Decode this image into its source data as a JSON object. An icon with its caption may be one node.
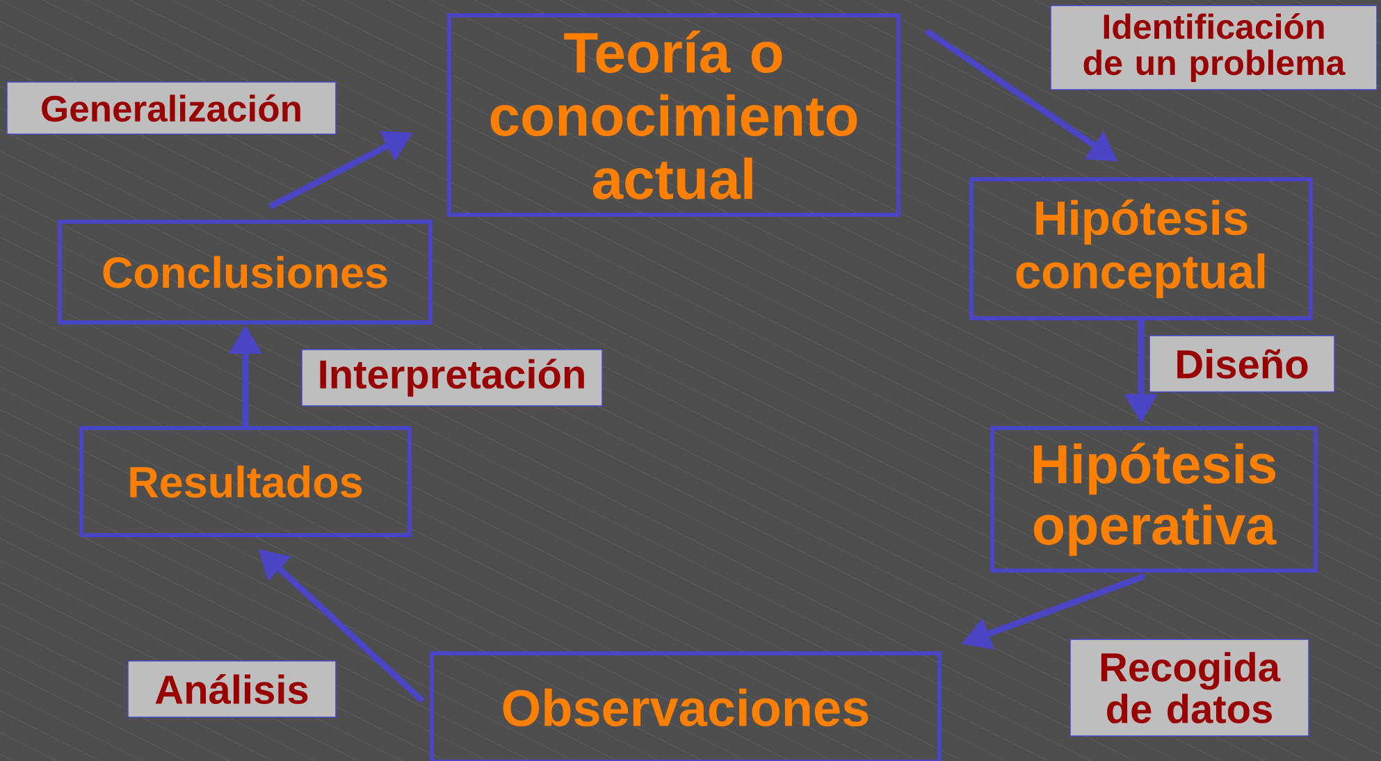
{
  "diagram": {
    "nodes": [
      {
        "text": [
          "Teoría o conocimiento actual"
        ]
      },
      {
        "text": [
          "Hipótesis conceptual"
        ]
      },
      {
        "text": [
          "Hipótesis operativa"
        ]
      },
      {
        "text": [
          "Observaciones"
        ]
      },
      {
        "text": [
          "Resultados"
        ]
      },
      {
        "text": [
          "Conclusiones"
        ]
      }
    ],
    "edges": [
      {
        "from": 5,
        "to": 0,
        "arrow": "to",
        "label": "Generalización"
      },
      {
        "from": 0,
        "to": 1,
        "arrow": "to",
        "label": "Identificación de un problema"
      },
      {
        "from": 1,
        "to": 2,
        "arrow": "to",
        "label": "Diseño"
      },
      {
        "from": 2,
        "to": 3,
        "arrow": "to",
        "label": "Recogida de datos"
      },
      {
        "from": 3,
        "to": 4,
        "arrow": "to",
        "label": "Análisis"
      },
      {
        "from": 4,
        "to": 5,
        "arrow": "to",
        "label": "Interpretación"
      }
    ]
  }
}
